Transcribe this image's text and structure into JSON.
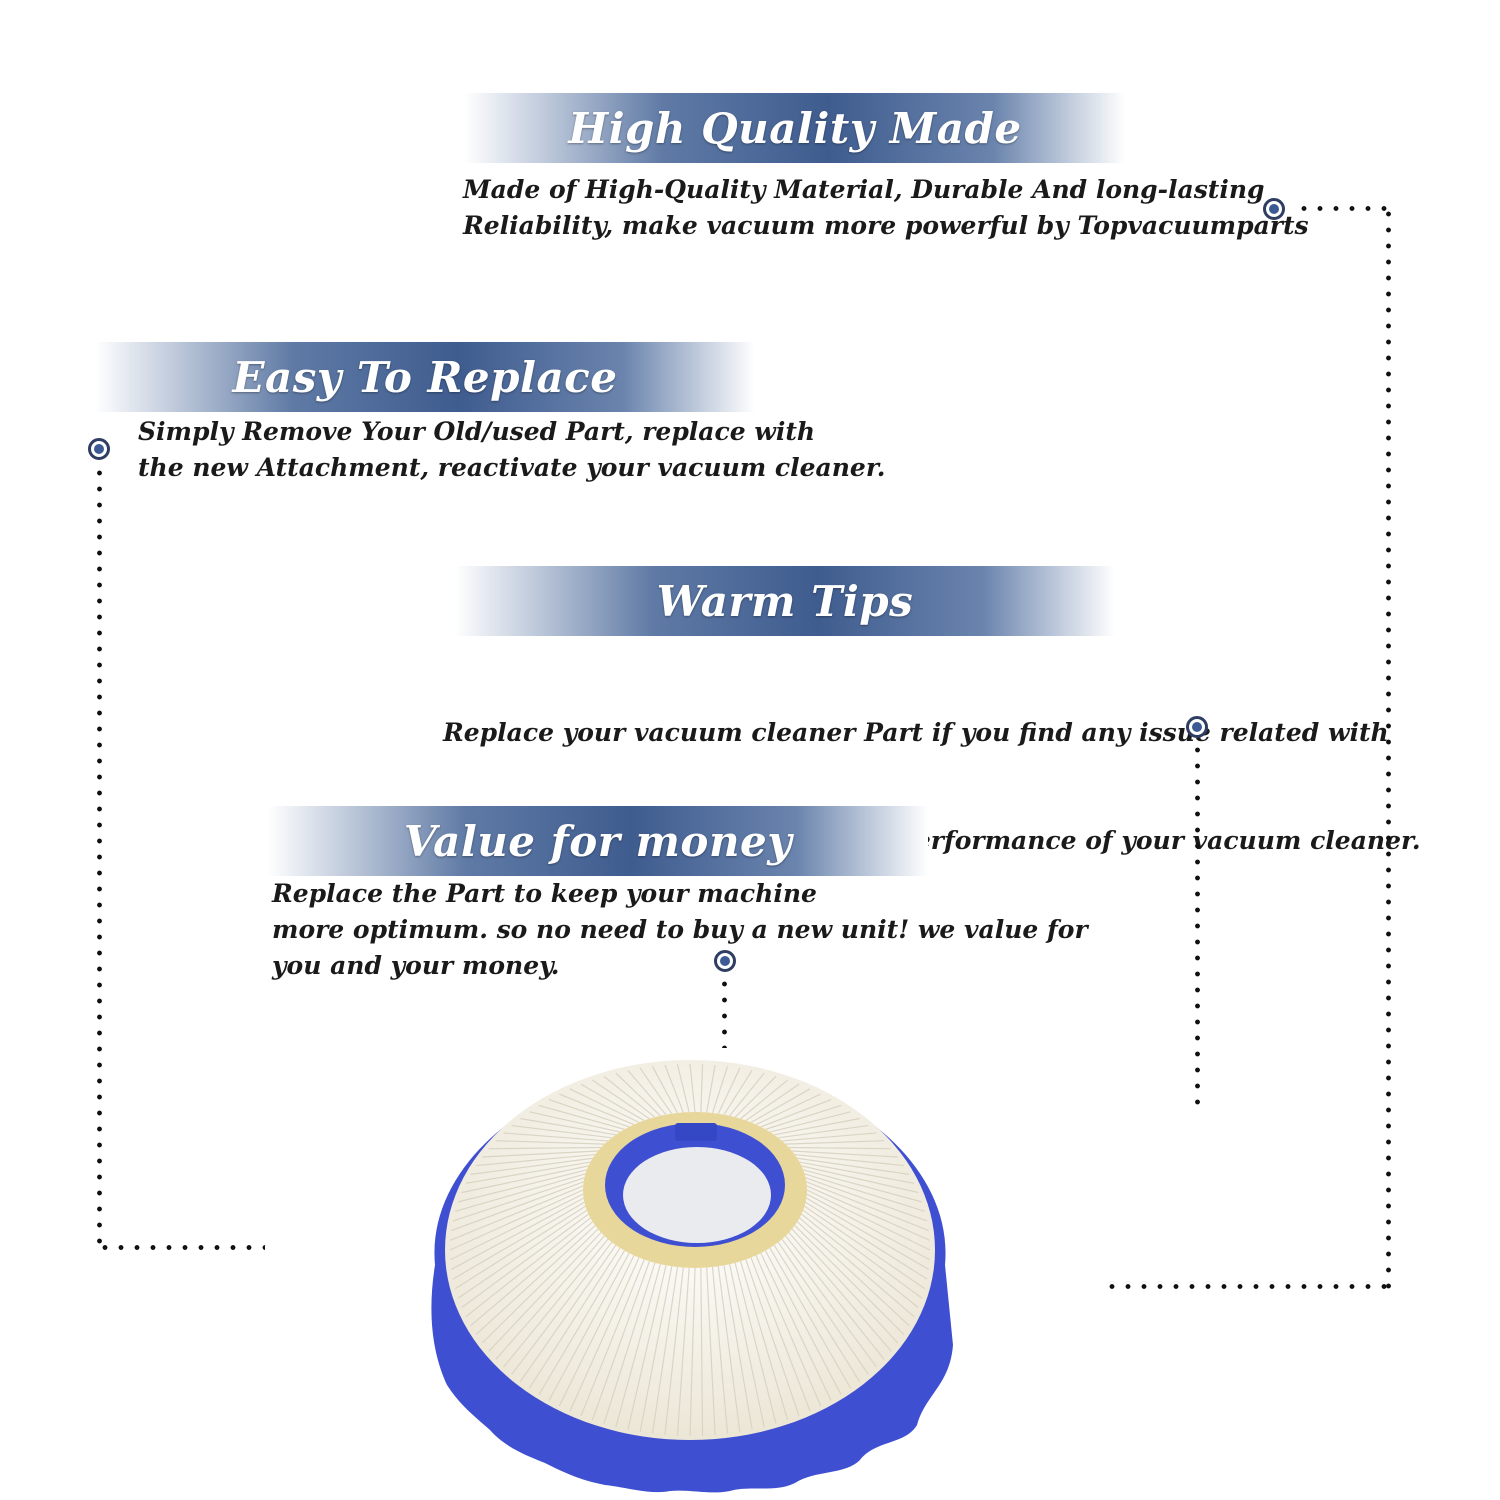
{
  "features": [
    {
      "title": "High Quality Made",
      "lines": [
        "Made of  High-Quality Material, Durable And long-lasting",
        "Reliability, make vacuum more powerful by Topvacuumparts"
      ]
    },
    {
      "title": "Easy To Replace",
      "lines": [
        "Simply Remove Your Old/used Part, replace with",
        "the new Attachment, reactivate your vacuum cleaner."
      ]
    },
    {
      "title": "Warm Tips",
      "lines": [
        "Replace your vacuum cleaner Part if you find any issue related with",
        " attachment to ensure optimum performance of your vacuum cleaner."
      ]
    },
    {
      "title": "Value for money",
      "lines": [
        "Replace the Part to keep your machine",
        "more optimum. so no need to buy a new unit! we value for",
        "you and your money."
      ]
    }
  ],
  "colors": {
    "accent": "#3f5c8f",
    "filter_ring": "#3f4fd1",
    "filter_media": "#f6f3ea",
    "seal": "#e8d79a"
  },
  "icons": {
    "marker": "circle-dot-icon",
    "product": "vacuum-filter-image"
  }
}
